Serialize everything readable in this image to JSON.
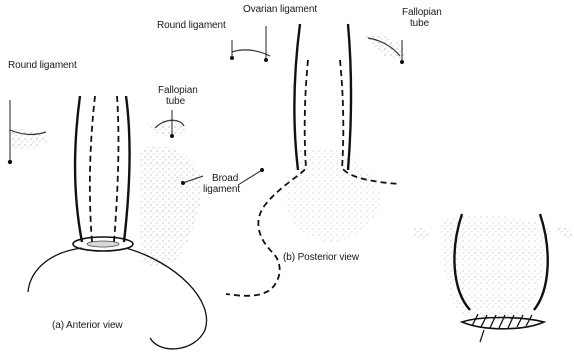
{
  "figure": {
    "labels": {
      "round_ligament_left": "Round ligament",
      "fallopian_tube_left_line1": "Fallopian",
      "fallopian_tube_left_line2": "tube",
      "broad_ligament_line1": "Broad",
      "broad_ligament_line2": "ligament",
      "round_ligament_top": "Round ligament",
      "ovarian_ligament": "Ovarian ligament",
      "fallopian_tube_right_line1": "Fallopian",
      "fallopian_tube_right_line2": "tube",
      "posterior_view": "(b)  Posterior view",
      "anterior_view": "(a)  Anterior view"
    }
  }
}
